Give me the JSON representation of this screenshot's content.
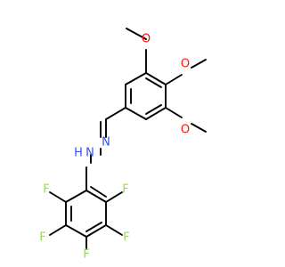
{
  "colors": {
    "background": "#ffffff",
    "bond": "#000000",
    "oxygen": "#ff0d0d",
    "nitrogen": "#3050f8",
    "fluorine": "#8fe04c"
  },
  "atoms": {
    "o_top": "O",
    "o_middle": "O",
    "o_lower": "O",
    "n_imine": "N",
    "n_amine": "N",
    "h_amine": "H",
    "f_upper_left": "F",
    "f_upper_right": "F",
    "f_left": "F",
    "f_right": "F",
    "f_bottom": "F"
  }
}
